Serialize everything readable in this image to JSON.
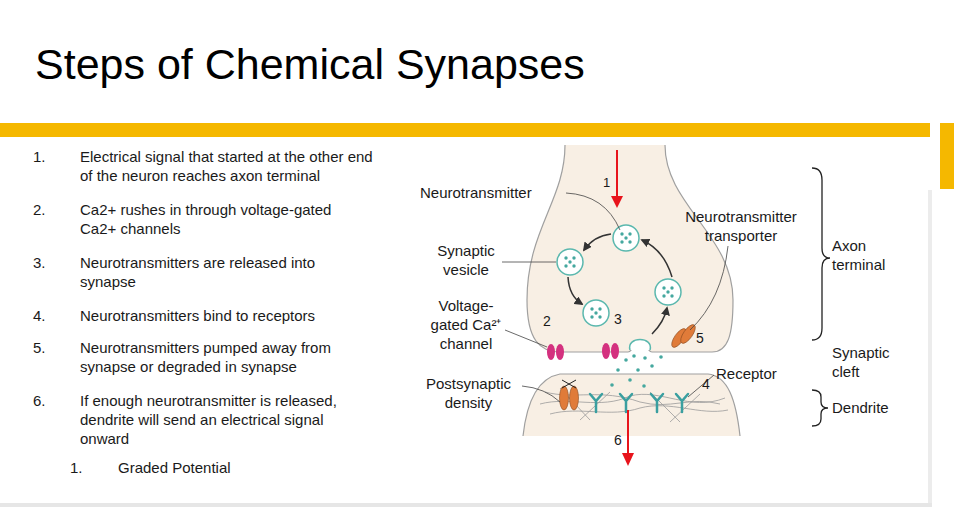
{
  "diagram": {
    "title": "Steps of Chemical Synapses",
    "labels": [
      "1.",
      "Electrical signal that started at the other end of the neuron reaches axon terminal",
      "2.",
      "Ca2+ rushes in through voltage-gated Ca2+ channels",
      "3.",
      "Neurotransmitters are released into synapse",
      "4.",
      "Neurotransmitters bind to receptors",
      "5.",
      "Neurotransmitters pumped away from synapse or degraded in synapse",
      "6.",
      "If enough neurotransmitter is released, dendrite will send an electrical signal onward",
      "1.",
      "Graded Potential",
      "Neurotransmitter",
      "1",
      "Neurotransmitter transporter",
      "Axon terminal",
      "Synaptic vesicle",
      "Voltage- gated Ca²⁺ channel",
      "2",
      "3",
      "5",
      "Synaptic cleft",
      "Postsynaptic density",
      "Receptor",
      "4",
      "Dendrite",
      "6"
    ]
  }
}
